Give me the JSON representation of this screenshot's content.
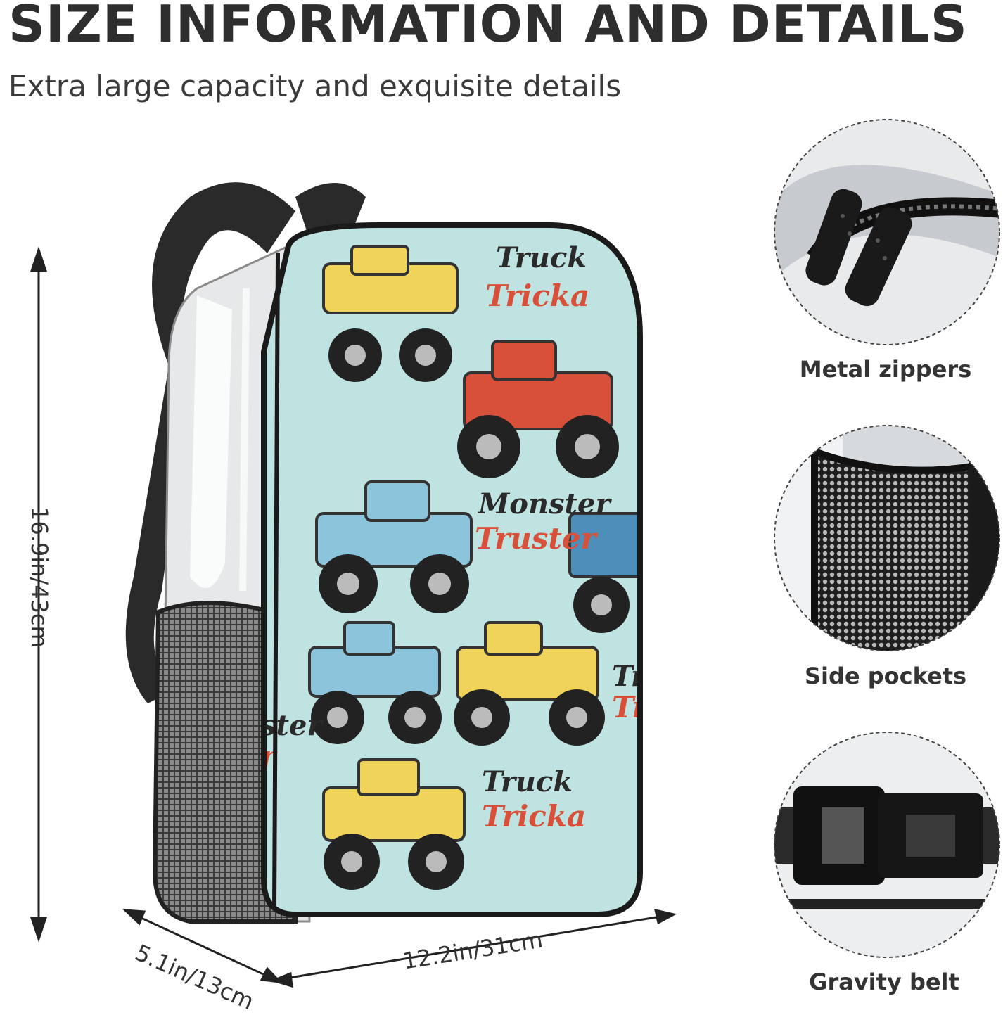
{
  "header": {
    "title": "SIZE INFORMATION AND DETAILS",
    "subtitle": "Extra large capacity and exquisite details"
  },
  "dimensions": {
    "height": "16.9in/43cm",
    "width": "12.2in/31cm",
    "depth": "5.1in/13cm"
  },
  "backpack_print": {
    "texts": [
      "Truck",
      "Tricka",
      "Monster",
      "Truster",
      "Truck",
      "Tricka",
      "Tr",
      "Tr",
      "ster",
      "r"
    ]
  },
  "details": [
    {
      "label": "Metal zippers",
      "icon": "zipper-icon"
    },
    {
      "label": "Side pockets",
      "icon": "mesh-pocket-icon"
    },
    {
      "label": "Gravity belt",
      "icon": "buckle-icon"
    }
  ],
  "colors": {
    "print_background": "#bfe3e0",
    "strap": "#2a2a2a",
    "truck_red": "#d8503a",
    "truck_yellow": "#f0d35a",
    "truck_blue": "#8cc4dc"
  }
}
